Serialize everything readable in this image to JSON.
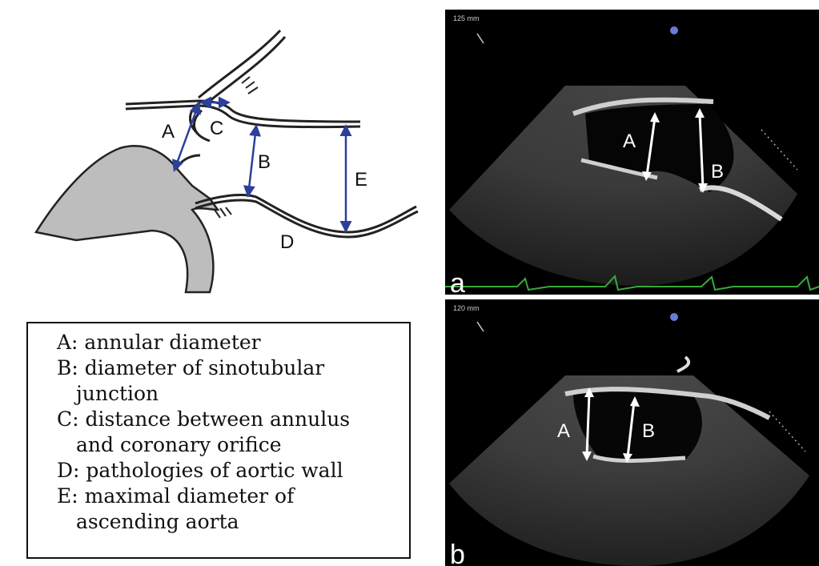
{
  "schematic": {
    "labels": {
      "a": "A",
      "b": "B",
      "c": "C",
      "d": "D",
      "e": "E"
    },
    "colors": {
      "tissue": "#bdbdbd",
      "outline": "#222222",
      "measure": "#2c3f99"
    }
  },
  "legend": {
    "items": [
      {
        "text": "A: annular diameter",
        "cont": ""
      },
      {
        "text": "B: diameter of sinotubular",
        "cont": "junction"
      },
      {
        "text": "C: distance between annulus",
        "cont": "and coronary orifice"
      },
      {
        "text": "D: pathologies of aortic wall",
        "cont": ""
      },
      {
        "text": "E: maximal diameter of",
        "cont": "ascending aorta"
      }
    ]
  },
  "echo_a": {
    "panel_letter": "a",
    "marker_a": "A",
    "marker_b": "B",
    "depth_text": "125 mm",
    "colors": {
      "ecg": "#3aa83a",
      "arrow": "#ffffff"
    }
  },
  "echo_b": {
    "panel_letter": "b",
    "marker_a": "A",
    "marker_b": "B",
    "depth_text": "120 mm",
    "colors": {
      "arrow": "#ffffff"
    }
  }
}
